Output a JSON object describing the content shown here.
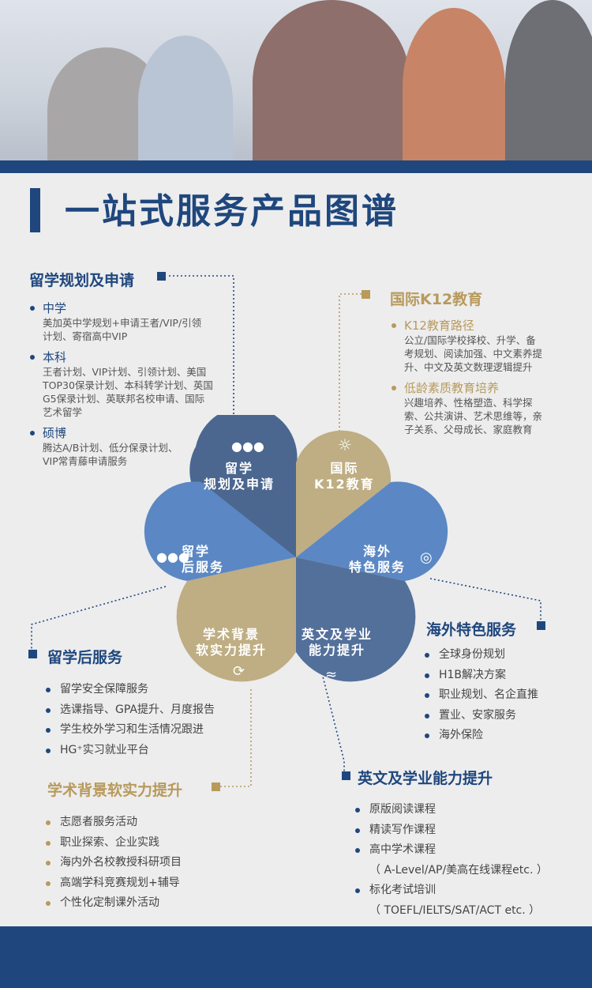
{
  "title": "一站式服务产品图谱",
  "petals": {
    "study_planning": [
      "留学",
      "规划及申请"
    ],
    "k12": [
      "国际",
      "K12教育"
    ],
    "overseas": [
      "海外",
      "特色服务"
    ],
    "english": [
      "英文及学业",
      "能力提升"
    ],
    "academic": [
      "学术背景",
      "软实力提升"
    ],
    "after_study": [
      "留学",
      "后服务"
    ]
  },
  "study_planning": {
    "heading": "留学规划及申请",
    "items": [
      {
        "title": "中学",
        "desc": [
          "美加英中学规划+申请王者/VIP/引领",
          "计划、寄宿高中VIP"
        ]
      },
      {
        "title": "本科",
        "desc": [
          "王者计划、VIP计划、引领计划、美国",
          "TOP30保录计划、本科转学计划、英国",
          "G5保录计划、英联邦名校申请、国际",
          "艺术留学"
        ]
      },
      {
        "title": "硕博",
        "desc": [
          "腾达A/B计划、低分保录计划、",
          "VIP常青藤申请服务"
        ]
      }
    ]
  },
  "k12": {
    "heading": "国际K12教育",
    "items": [
      {
        "title": "K12教育路径",
        "desc": [
          "公立/国际学校择校、升学、备",
          "考规划、阅读加强、中文素养提",
          "升、中文及英文数理逻辑提升"
        ]
      },
      {
        "title": "低龄素质教育培养",
        "desc": [
          "兴趣培养、性格塑造、科学探",
          "索、公共演讲、艺术思维等，亲",
          "子关系、父母成长、家庭教育"
        ]
      }
    ]
  },
  "overseas": {
    "heading": "海外特色服务",
    "items": [
      "全球身份规划",
      "H1B解决方案",
      "职业规划、名企直推",
      "置业、安家服务",
      "海外保险"
    ]
  },
  "after_study": {
    "heading": "留学后服务",
    "items": [
      "留学安全保障服务",
      "选课指导、GPA提升、月度报告",
      "学生校外学习和生活情况跟进",
      "HG⁺实习就业平台"
    ]
  },
  "english": {
    "heading": "英文及学业能力提升",
    "items": [
      "原版阅读课程",
      "精读写作课程",
      "高中学术课程",
      "（ A-Level/AP/美高在线课程etc. ）",
      "标化考试培训",
      "（ TOEFL/IELTS/SAT/ACT etc. ）"
    ]
  },
  "academic": {
    "heading": "学术背景软实力提升",
    "items": [
      "志愿者服务活动",
      "职业探索、企业实践",
      "海内外名校教授科研项目",
      "高端学科竞赛规划+辅导",
      "个性化定制课外活动"
    ]
  },
  "colors": {
    "navy": "#1f477d",
    "gold": "#b89a5b",
    "petal_navy": "#4b6790",
    "petal_gold": "#bfae83",
    "petal_blue": "#5b88c4",
    "petal_steel": "#53709b"
  }
}
